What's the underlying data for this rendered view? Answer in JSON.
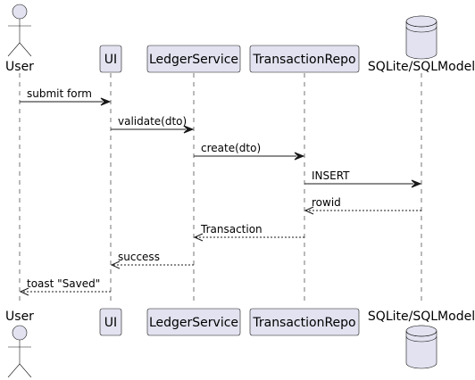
{
  "participants": [
    {
      "id": "user",
      "label": "User",
      "kind": "actor"
    },
    {
      "id": "ui",
      "label": "UI",
      "kind": "participant"
    },
    {
      "id": "ledger",
      "label": "LedgerService",
      "kind": "participant"
    },
    {
      "id": "repo",
      "label": "TransactionRepo",
      "kind": "participant"
    },
    {
      "id": "db",
      "label": "SQLite/SQLModel",
      "kind": "database"
    }
  ],
  "messages": [
    {
      "from": "user",
      "to": "ui",
      "label": "submit form",
      "style": "sync"
    },
    {
      "from": "ui",
      "to": "ledger",
      "label": "validate(dto)",
      "style": "sync"
    },
    {
      "from": "ledger",
      "to": "repo",
      "label": "create(dto)",
      "style": "sync"
    },
    {
      "from": "repo",
      "to": "db",
      "label": "INSERT",
      "style": "sync"
    },
    {
      "from": "db",
      "to": "repo",
      "label": "rowid",
      "style": "return"
    },
    {
      "from": "repo",
      "to": "ledger",
      "label": "Transaction",
      "style": "return"
    },
    {
      "from": "ledger",
      "to": "ui",
      "label": "success",
      "style": "return"
    },
    {
      "from": "ui",
      "to": "user",
      "label": "toast \"Saved\"",
      "style": "return"
    }
  ],
  "colors": {
    "participant_fill": "#E2E2F0",
    "line": "#181818",
    "text": "#000000",
    "background": "#FFFFFF"
  }
}
